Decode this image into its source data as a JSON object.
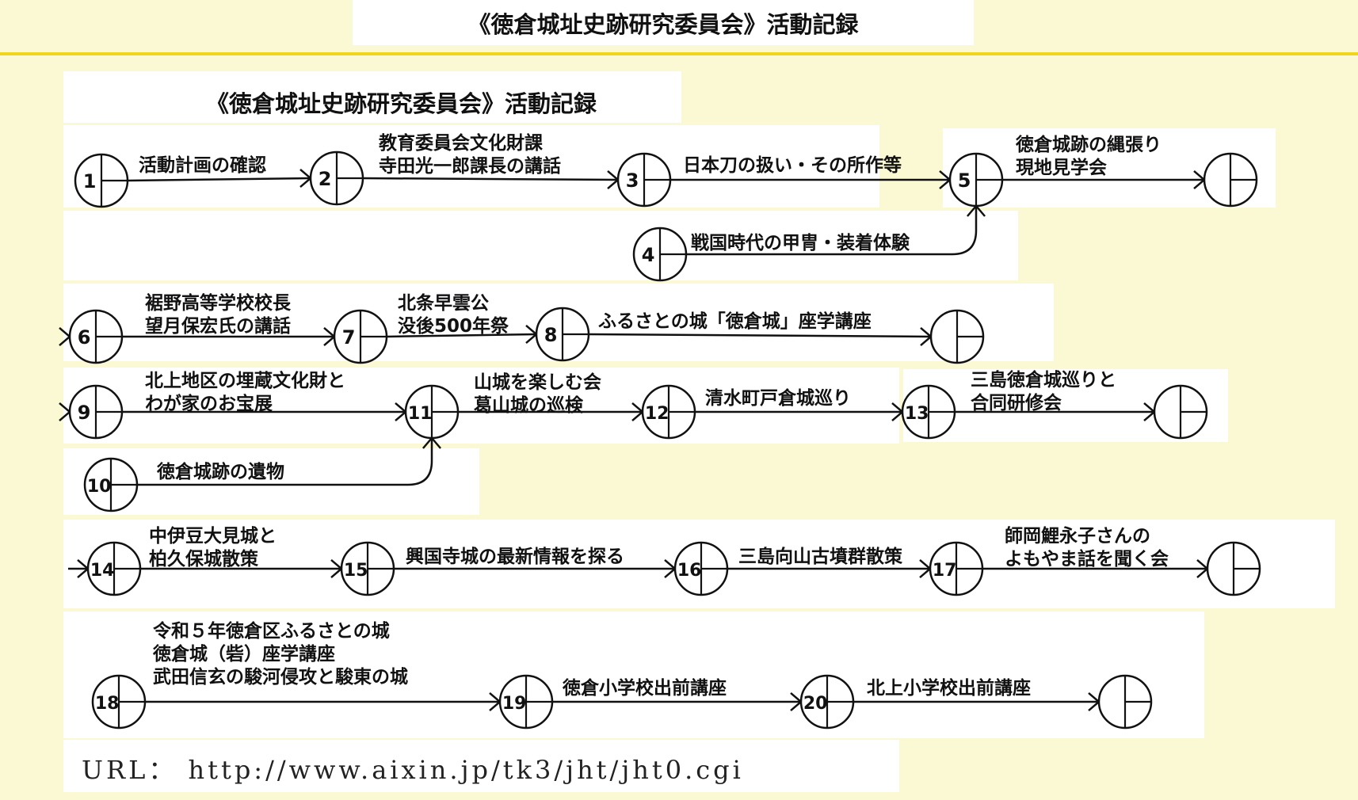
{
  "page": {
    "header_title": "《徳倉城址史跡研究委員会》活動記録",
    "diagram_title": "《徳倉城址史跡研究委員会》活動記録",
    "url_text": "URL： http://www.aixin.jp/tk3/jht/jht0.cgi"
  },
  "colors": {
    "background": "#fbf8d4",
    "panel": "#ffffff",
    "rule": "#f2d51b",
    "ink": "#111111"
  },
  "nodes": [
    {
      "id": "1",
      "label": "1"
    },
    {
      "id": "2",
      "label": "2"
    },
    {
      "id": "3",
      "label": "3"
    },
    {
      "id": "4",
      "label": "4"
    },
    {
      "id": "5",
      "label": "5"
    },
    {
      "id": "6",
      "label": "6"
    },
    {
      "id": "7",
      "label": "7"
    },
    {
      "id": "8",
      "label": "8"
    },
    {
      "id": "9",
      "label": "9"
    },
    {
      "id": "10",
      "label": "10"
    },
    {
      "id": "11",
      "label": "11"
    },
    {
      "id": "12",
      "label": "12"
    },
    {
      "id": "13",
      "label": "13"
    },
    {
      "id": "14",
      "label": "14"
    },
    {
      "id": "15",
      "label": "15"
    },
    {
      "id": "16",
      "label": "16"
    },
    {
      "id": "17",
      "label": "17"
    },
    {
      "id": "18",
      "label": "18"
    },
    {
      "id": "19",
      "label": "19"
    },
    {
      "id": "20",
      "label": "20"
    },
    {
      "id": "end1",
      "label": ""
    },
    {
      "id": "end2",
      "label": ""
    },
    {
      "id": "end3",
      "label": ""
    },
    {
      "id": "end4",
      "label": ""
    },
    {
      "id": "end5",
      "label": ""
    }
  ],
  "activities": [
    {
      "id": "a1",
      "from": "1",
      "to": "2",
      "lines": [
        "活動計画の確認"
      ]
    },
    {
      "id": "a2",
      "from": "2",
      "to": "3",
      "lines": [
        "教育委員会文化財課",
        "寺田光一郎課長の講話"
      ]
    },
    {
      "id": "a3",
      "from": "3",
      "to": "5",
      "lines": [
        "日本刀の扱い・その所作等"
      ]
    },
    {
      "id": "a4",
      "from": "4",
      "to": "5",
      "lines": [
        "戦国時代の甲冑・装着体験"
      ]
    },
    {
      "id": "a5",
      "from": "5",
      "to": "end1",
      "lines": [
        "徳倉城跡の縄張り",
        "現地見学会"
      ]
    },
    {
      "id": "a6",
      "from": "6",
      "to": "7",
      "lines": [
        "裾野高等学校校長",
        "望月保宏氏の講話"
      ]
    },
    {
      "id": "a7",
      "from": "7",
      "to": "8",
      "lines": [
        "北条早雲公",
        "没後500年祭"
      ]
    },
    {
      "id": "a8",
      "from": "8",
      "to": "end2",
      "lines": [
        "ふるさとの城「徳倉城」座学講座"
      ]
    },
    {
      "id": "a9",
      "from": "9",
      "to": "11",
      "lines": [
        "北上地区の埋蔵文化財と",
        "わが家のお宝展"
      ]
    },
    {
      "id": "a10",
      "from": "10",
      "to": "11",
      "lines": [
        "徳倉城跡の遺物"
      ]
    },
    {
      "id": "a11",
      "from": "11",
      "to": "12",
      "lines": [
        "山城を楽しむ会",
        "葛山城の巡検"
      ]
    },
    {
      "id": "a12",
      "from": "12",
      "to": "13",
      "lines": [
        "清水町戸倉城巡り"
      ]
    },
    {
      "id": "a13",
      "from": "13",
      "to": "end3",
      "lines": [
        "三島徳倉城巡りと",
        "合同研修会"
      ]
    },
    {
      "id": "a14",
      "from": "14",
      "to": "15",
      "lines": [
        "中伊豆大見城と",
        "柏久保城散策"
      ]
    },
    {
      "id": "a15",
      "from": "15",
      "to": "16",
      "lines": [
        "興国寺城の最新情報を探る"
      ]
    },
    {
      "id": "a16",
      "from": "16",
      "to": "17",
      "lines": [
        "三島向山古墳群散策"
      ]
    },
    {
      "id": "a17",
      "from": "17",
      "to": "end4",
      "lines": [
        "師岡鯉永子さんの",
        "よもやま話を聞く会"
      ]
    },
    {
      "id": "a18",
      "from": "18",
      "to": "19",
      "lines": [
        "令和５年徳倉区ふるさとの城",
        "徳倉城（砦）座学講座",
        "武田信玄の駿河侵攻と駿東の城"
      ]
    },
    {
      "id": "a19",
      "from": "19",
      "to": "20",
      "lines": [
        "徳倉小学校出前講座"
      ]
    },
    {
      "id": "a20",
      "from": "20",
      "to": "end5",
      "lines": [
        "北上小学校出前講座"
      ]
    }
  ]
}
